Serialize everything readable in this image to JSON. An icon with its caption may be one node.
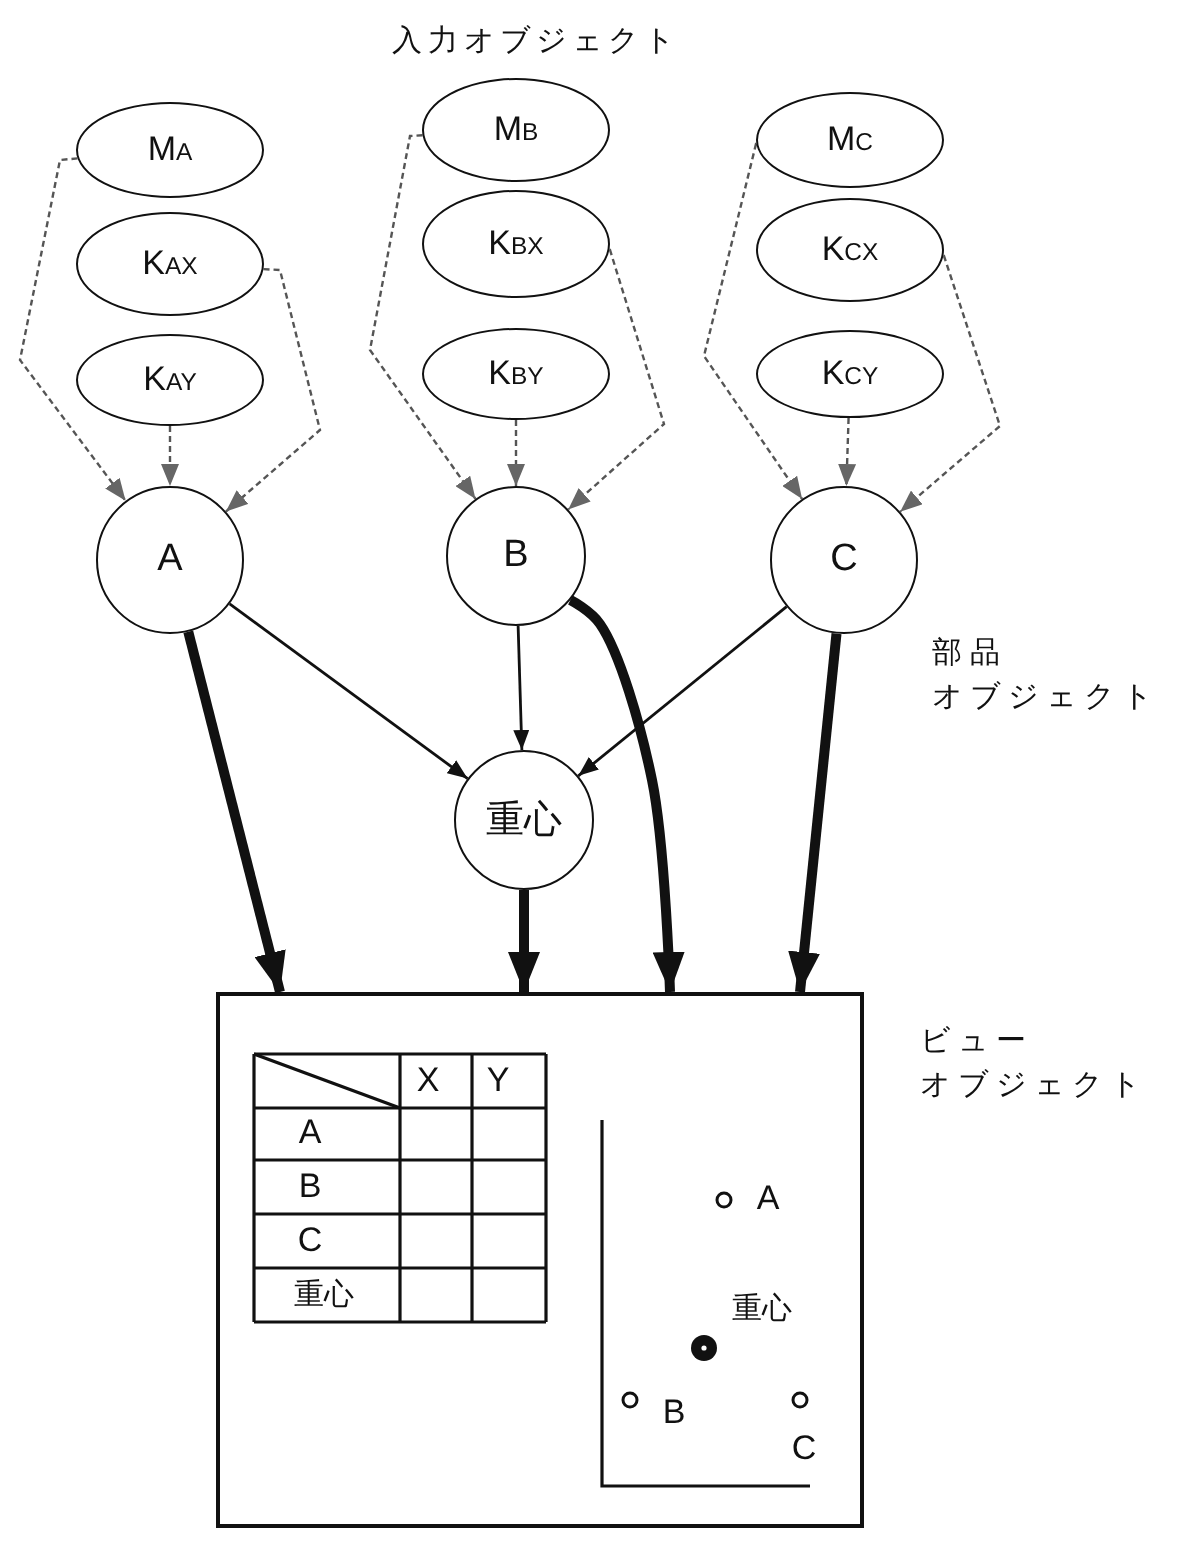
{
  "diagram": {
    "nodes": [
      {
        "text": [
          "M$_{A}$"
        ]
      },
      {
        "text": [
          "K$_{AX}$"
        ]
      },
      {
        "text": [
          "K$_{AY}$"
        ]
      },
      {
        "text": [
          "M$_{B}$"
        ]
      },
      {
        "text": [
          "K$_{BX}$"
        ]
      },
      {
        "text": [
          "K$_{BY}$"
        ]
      },
      {
        "text": [
          "M$_{C}$"
        ]
      },
      {
        "text": [
          "K$_{CX}$"
        ]
      },
      {
        "text": [
          "K$_{CY}$"
        ]
      },
      {
        "text": [
          "A"
        ]
      },
      {
        "text": [
          "B"
        ]
      },
      {
        "text": [
          "C"
        ]
      },
      {
        "text": [
          "重心"
        ]
      },
      {
        "text": [],
        "shape": "box"
      }
    ],
    "edges": [
      {
        "from": 0,
        "to": 9,
        "arrow": "to",
        "style": "dashed"
      },
      {
        "from": 1,
        "to": 9,
        "arrow": "to",
        "style": "dashed"
      },
      {
        "from": 2,
        "to": 9,
        "arrow": "to",
        "style": "dashed"
      },
      {
        "from": 3,
        "to": 10,
        "arrow": "to",
        "style": "dashed"
      },
      {
        "from": 4,
        "to": 10,
        "arrow": "to",
        "style": "dashed"
      },
      {
        "from": 5,
        "to": 10,
        "arrow": "to",
        "style": "dashed"
      },
      {
        "from": 6,
        "to": 11,
        "arrow": "to",
        "style": "dashed"
      },
      {
        "from": 7,
        "to": 11,
        "arrow": "to",
        "style": "dashed"
      },
      {
        "from": 8,
        "to": 11,
        "arrow": "to",
        "style": "dashed"
      },
      {
        "from": 9,
        "to": 12,
        "arrow": "to"
      },
      {
        "from": 10,
        "to": 12,
        "arrow": "to"
      },
      {
        "from": 11,
        "to": 12,
        "arrow": "to"
      },
      {
        "from": 9,
        "to": 13,
        "arrow": "to",
        "style": "thick"
      },
      {
        "from": 12,
        "to": 13,
        "arrow": "to",
        "style": "thick"
      },
      {
        "from": 10,
        "to": 13,
        "arrow": "to",
        "style": "thick"
      },
      {
        "from": 11,
        "to": 13,
        "arrow": "to",
        "style": "thick"
      }
    ],
    "labels": [
      "入力オブジェクト",
      "部品",
      "オブジェクト",
      "ビュー",
      "オブジェクト",
      "X",
      "Y",
      "A",
      "B",
      "C",
      "重心",
      "A",
      "重心",
      "B",
      "C"
    ]
  }
}
